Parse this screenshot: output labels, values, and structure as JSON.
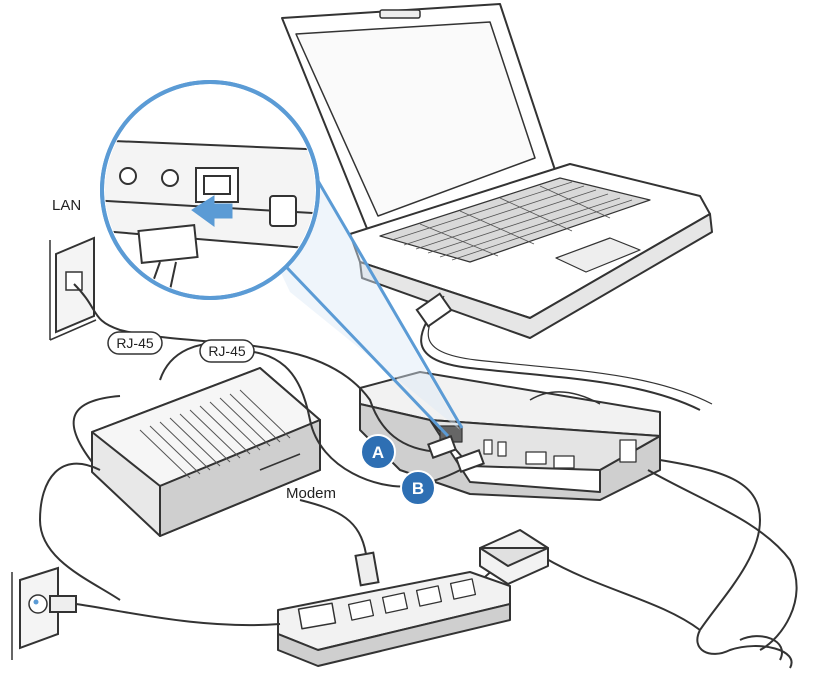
{
  "labels": {
    "lan": "LAN",
    "rj45_wall": "RJ-45",
    "rj45_modem": "RJ-45",
    "modem": "Modem"
  },
  "badges": {
    "a": "A",
    "b": "B"
  },
  "colors": {
    "callout_blue": "#5b9bd5",
    "badge_fill": "#2e6fb3",
    "line": "#333333",
    "shade": "#9a9a9a"
  },
  "icons": {
    "laptop": "laptop-icon",
    "dock": "docking-station-icon",
    "modem": "modem-icon",
    "power_strip": "power-strip-icon",
    "wall_jack": "wall-jack-icon",
    "wall_outlet": "wall-outlet-icon",
    "adapter": "ac-adapter-icon"
  }
}
